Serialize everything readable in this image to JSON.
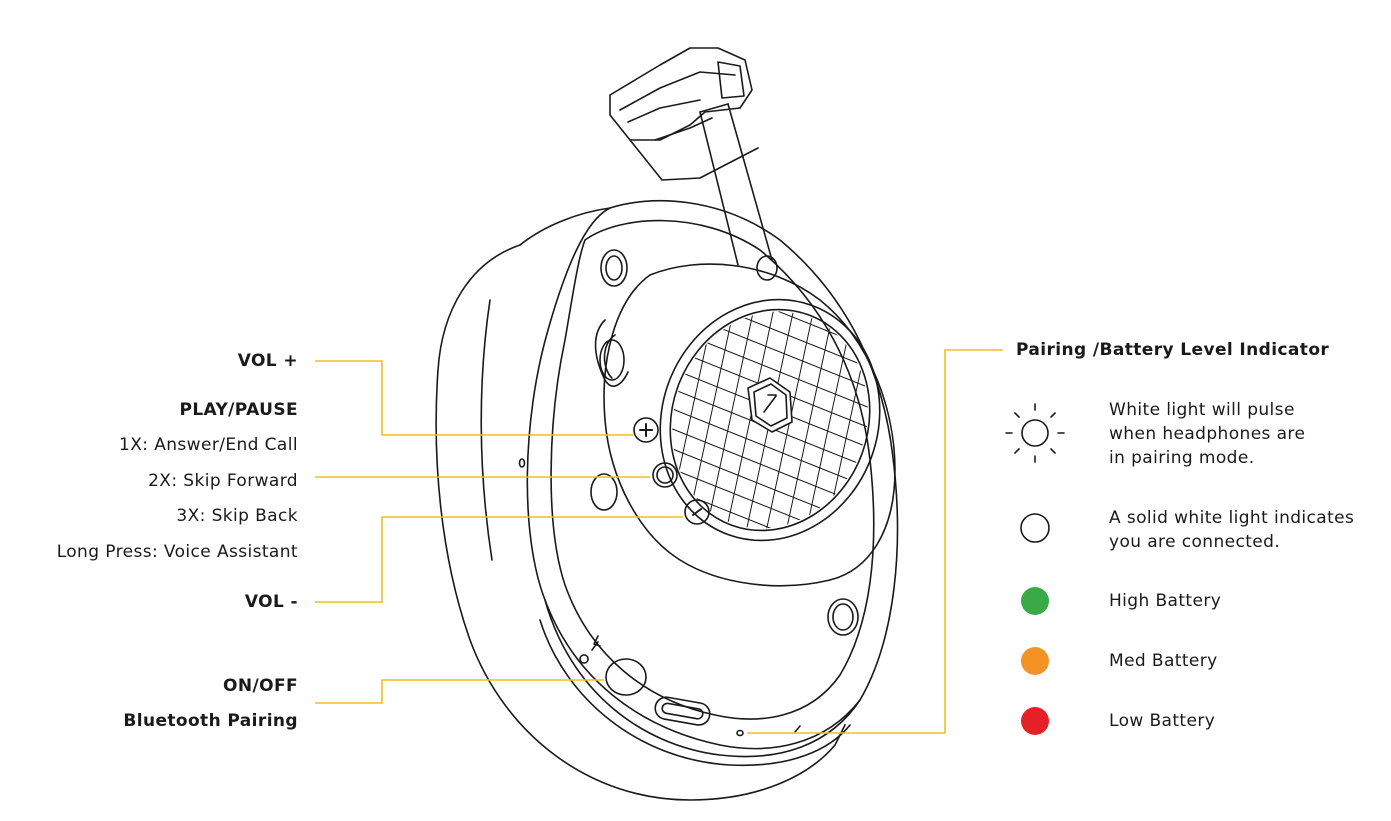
{
  "colors": {
    "leader": "#F2BE1D",
    "outline": "#1a1a1a",
    "battery_high": "#3AAA49",
    "battery_med": "#F39325",
    "battery_low": "#E52127"
  },
  "controls": {
    "vol_up": "VOL +",
    "play_pause_title": "PLAY/PAUSE",
    "answer_end": "1X: Answer/End Call",
    "skip_forward": "2X: Skip Forward",
    "skip_back": "3X: Skip Back",
    "voice_assistant": "Long Press: Voice Assistant",
    "vol_down": "VOL -",
    "power_title": "ON/OFF",
    "bt_pairing": "Bluetooth Pairing"
  },
  "indicator": {
    "title": "Pairing /Battery Level Indicator",
    "pulse_line1": "White light will pulse",
    "pulse_line2": "when headphones are",
    "pulse_line3": "in pairing mode.",
    "solid_line1": "A solid white light indicates",
    "solid_line2": "you are connected.",
    "high": "High Battery",
    "med": "Med Battery",
    "low": "Low Battery"
  },
  "icons": {
    "pulse": "pulsing-light-icon",
    "solid": "solid-light-icon",
    "high": "green-dot-icon",
    "med": "orange-dot-icon",
    "low": "red-dot-icon"
  }
}
